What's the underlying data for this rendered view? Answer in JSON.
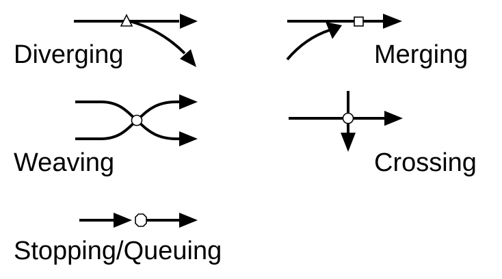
{
  "labels": {
    "diverging": "Diverging",
    "merging": "Merging",
    "weaving": "Weaving",
    "crossing": "Crossing",
    "stopping": "Stopping/Queuing"
  },
  "colors": {
    "stroke": "#000000",
    "node_fill": "#ffffff",
    "background": "#ffffff"
  }
}
